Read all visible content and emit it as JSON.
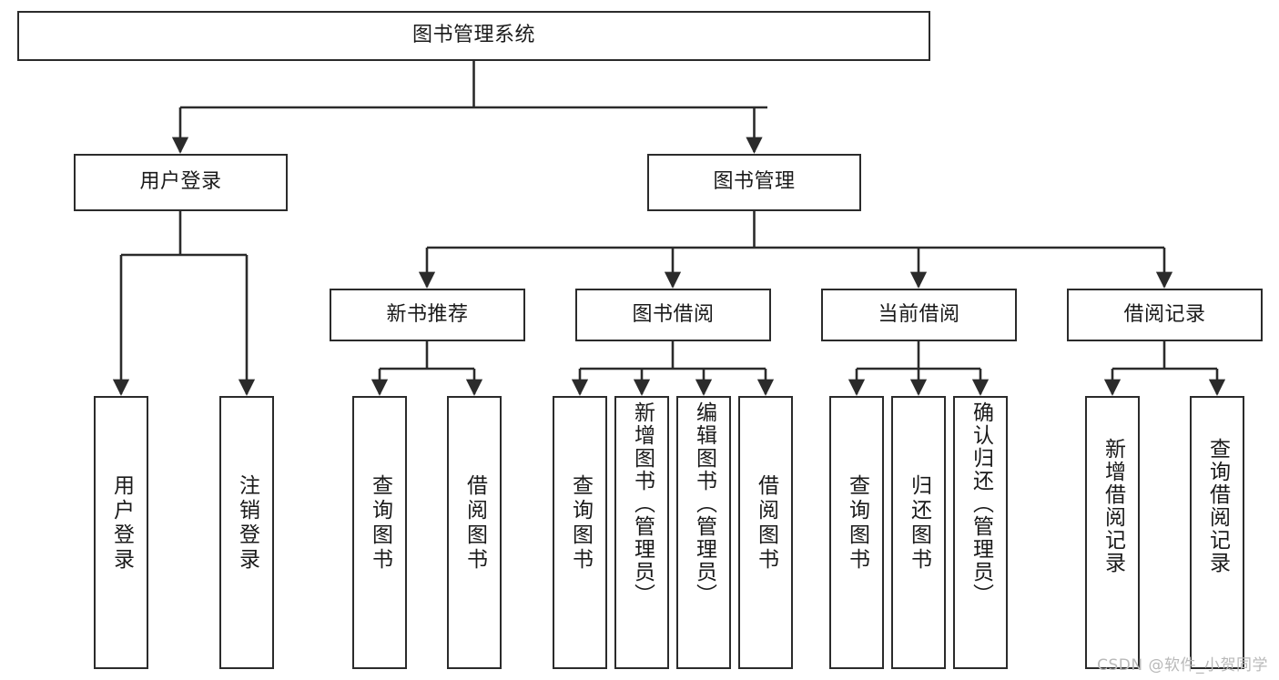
{
  "diagram": {
    "title": "图书管理系统",
    "type": "tree-hierarchy",
    "watermark": "CSDN @软件_小贺同学",
    "colors": {
      "border": "#2b2b2b",
      "background": "#ffffff",
      "text": "#1a1a1a",
      "edge": "#2b2b2b",
      "watermark": "#b9b9b9"
    },
    "nodes": {
      "root": {
        "label": "图书管理系统"
      },
      "level2": [
        {
          "id": "user-login",
          "label": "用户登录"
        },
        {
          "id": "book-manage",
          "label": "图书管理"
        }
      ],
      "level3": [
        {
          "id": "new-book-rec",
          "label": "新书推荐"
        },
        {
          "id": "book-borrow",
          "label": "图书借阅"
        },
        {
          "id": "current-borrow",
          "label": "当前借阅"
        },
        {
          "id": "borrow-record",
          "label": "借阅记录"
        }
      ],
      "leaves": {
        "user-login": [
          {
            "id": "leaf-user-login",
            "label": "用户登录"
          },
          {
            "id": "leaf-logout-login",
            "label": "注销登录"
          }
        ],
        "new-book-rec": [
          {
            "id": "leaf-query-book-1",
            "label": "查询图书"
          },
          {
            "id": "leaf-borrow-book-1",
            "label": "借阅图书"
          }
        ],
        "book-borrow": [
          {
            "id": "leaf-query-book-2",
            "label": "查询图书"
          },
          {
            "id": "leaf-add-book",
            "label": "新增图书（管理员）"
          },
          {
            "id": "leaf-edit-book",
            "label": "编辑图书（管理员）"
          },
          {
            "id": "leaf-borrow-book-2",
            "label": "借阅图书"
          }
        ],
        "current-borrow": [
          {
            "id": "leaf-query-book-3",
            "label": "查询图书"
          },
          {
            "id": "leaf-return-book",
            "label": "归还图书"
          },
          {
            "id": "leaf-confirm-return",
            "label": "确认归还（管理员）"
          }
        ],
        "borrow-record": [
          {
            "id": "leaf-add-record",
            "label": "新增借阅记录"
          },
          {
            "id": "leaf-query-record",
            "label": "查询借阅记录"
          }
        ]
      }
    }
  }
}
